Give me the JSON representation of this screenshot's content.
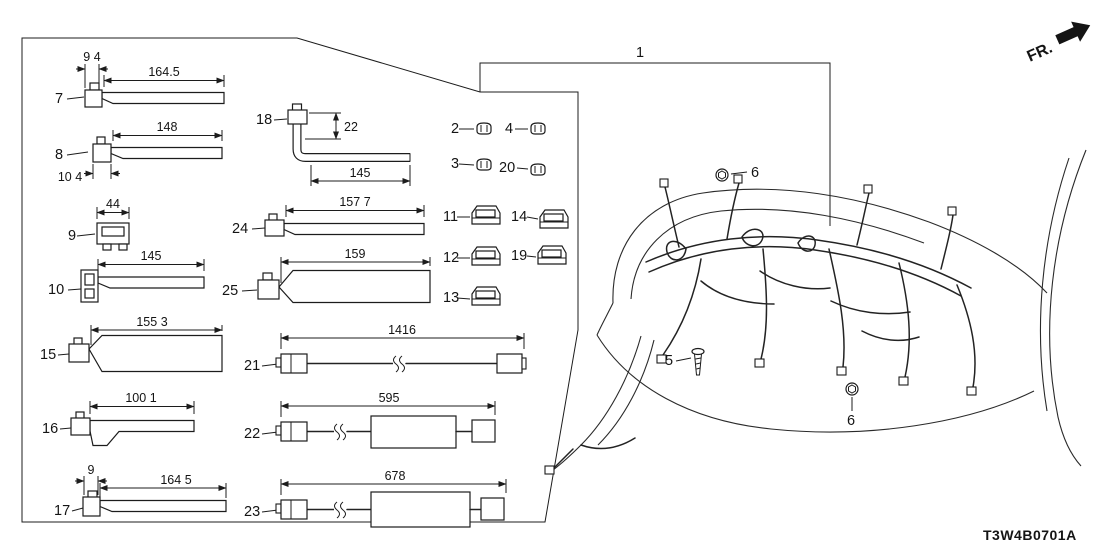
{
  "meta": {
    "part_code": "T3W4B0701A",
    "fr_label": "FR."
  },
  "callouts": {
    "main": "1",
    "bolt_upper": "6",
    "screw": "5",
    "bolt_lower": "6"
  },
  "items": {
    "i2": {
      "label": "2"
    },
    "i3": {
      "label": "3"
    },
    "i4": {
      "label": "4"
    },
    "i7": {
      "label": "7",
      "dim_offset": "9 4",
      "dim_length": "164.5"
    },
    "i8": {
      "label": "8",
      "dim_length": "148",
      "dim_offset": "10 4"
    },
    "i9": {
      "label": "9",
      "dim_length": "44"
    },
    "i10": {
      "label": "10",
      "dim_length": "145"
    },
    "i11": {
      "label": "11"
    },
    "i12": {
      "label": "12"
    },
    "i13": {
      "label": "13"
    },
    "i14": {
      "label": "14"
    },
    "i15": {
      "label": "15",
      "dim_length": "155 3"
    },
    "i16": {
      "label": "16",
      "dim_length": "100 1"
    },
    "i17": {
      "label": "17",
      "dim_offset": "9",
      "dim_length": "164 5"
    },
    "i18": {
      "label": "18",
      "dim_drop": "22",
      "dim_length": "145"
    },
    "i19": {
      "label": "19"
    },
    "i20": {
      "label": "20"
    },
    "i21": {
      "label": "21",
      "dim_length": "1416"
    },
    "i22": {
      "label": "22",
      "dim_length": "595"
    },
    "i23": {
      "label": "23",
      "dim_length": "678"
    },
    "i24": {
      "label": "24",
      "dim_length": "157 7"
    },
    "i25": {
      "label": "25",
      "dim_length": "159"
    }
  },
  "colors": {
    "line": "#1c1c1c",
    "background": "#ffffff"
  }
}
